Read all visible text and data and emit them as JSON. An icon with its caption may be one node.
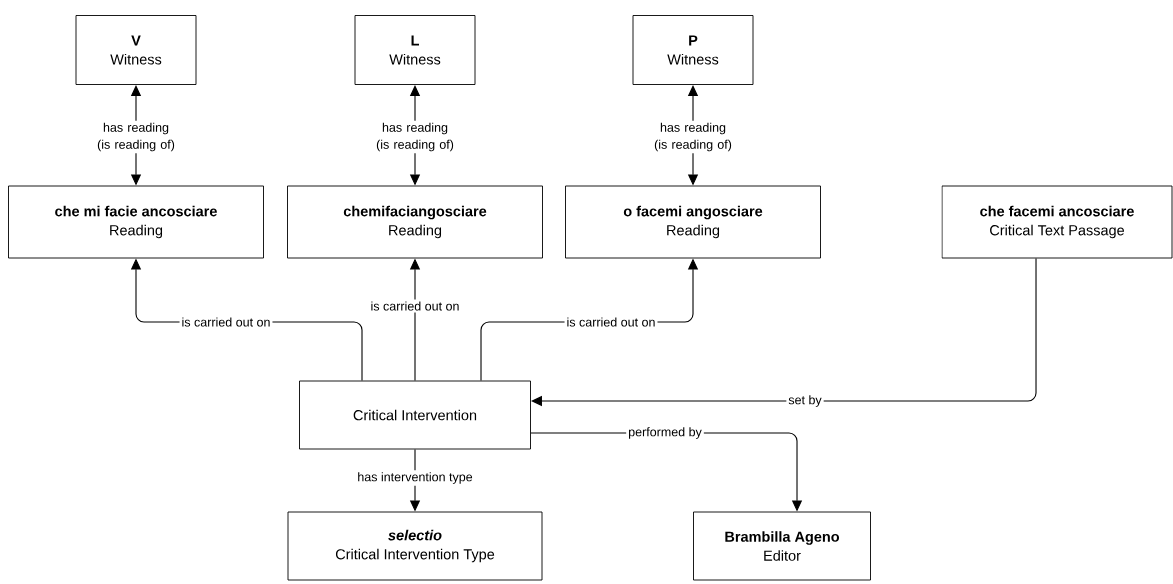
{
  "diagram": {
    "nodes": [
      {
        "text": [
          "V",
          "Witness"
        ]
      },
      {
        "text": [
          "L",
          "Witness"
        ]
      },
      {
        "text": [
          "P",
          "Witness"
        ]
      },
      {
        "text": [
          "che mi facie ancosciare",
          "Reading"
        ]
      },
      {
        "text": [
          "chemifaciangosciare",
          "Reading"
        ]
      },
      {
        "text": [
          "o facemi angosciare",
          "Reading"
        ]
      },
      {
        "text": [
          "che facemi ancosciare",
          "Critical Text Passage"
        ]
      },
      {
        "text": [
          "Critical Intervention"
        ]
      },
      {
        "text": [
          "selectio",
          "Critical Intervention Type"
        ]
      },
      {
        "text": [
          "Brambilla Ageno",
          "Editor"
        ]
      }
    ],
    "edges": [
      {
        "from": 0,
        "to": 3,
        "arrow": "both",
        "label": "has reading (is reading of)"
      },
      {
        "from": 1,
        "to": 4,
        "arrow": "both",
        "label": "has reading (is reading of)"
      },
      {
        "from": 2,
        "to": 5,
        "arrow": "both",
        "label": "has reading (is reading of)"
      },
      {
        "from": 7,
        "to": 3,
        "arrow": "to",
        "label": "is carried out on"
      },
      {
        "from": 7,
        "to": 4,
        "arrow": "to",
        "label": "is carried out on"
      },
      {
        "from": 7,
        "to": 5,
        "arrow": "to",
        "label": "is carried out on"
      },
      {
        "from": 6,
        "to": 7,
        "arrow": "to",
        "label": "set by"
      },
      {
        "from": 7,
        "to": 9,
        "arrow": "to",
        "label": "performed by"
      },
      {
        "from": 7,
        "to": 8,
        "arrow": "to",
        "label": "has intervention type"
      }
    ]
  }
}
